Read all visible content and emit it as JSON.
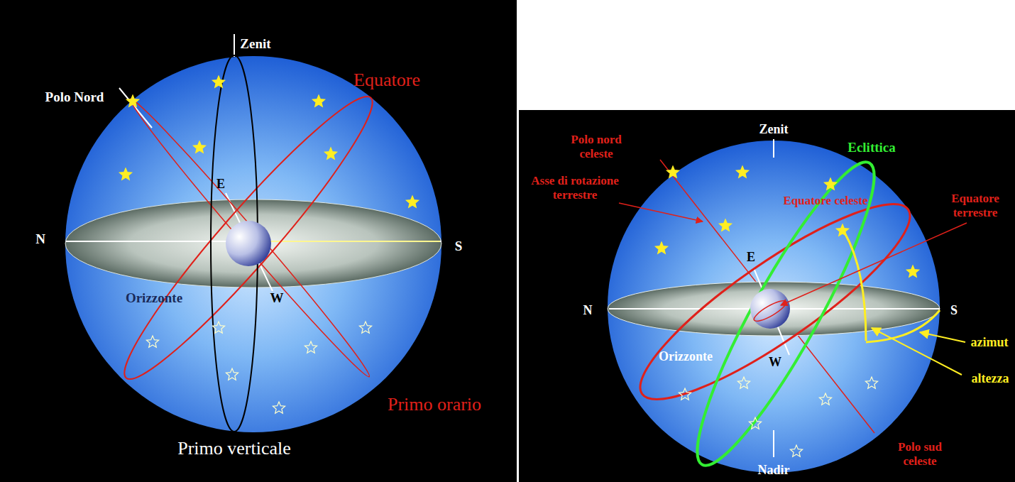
{
  "diagram": {
    "labels": [
      "Zenit",
      "Polo Nord",
      "Equatore",
      "E",
      "N",
      "S",
      "Orizzonte",
      "W",
      "Primo orario",
      "Primo verticale",
      "Zenit",
      "Eclittica",
      "Polo nord celeste",
      "Asse di rotazione terrestre",
      "Equatore celeste",
      "Equatore terrestre",
      "E",
      "N",
      "S",
      "Orizzonte",
      "W",
      "azimut",
      "altezza",
      "Polo sud celeste",
      "Nadir"
    ]
  }
}
